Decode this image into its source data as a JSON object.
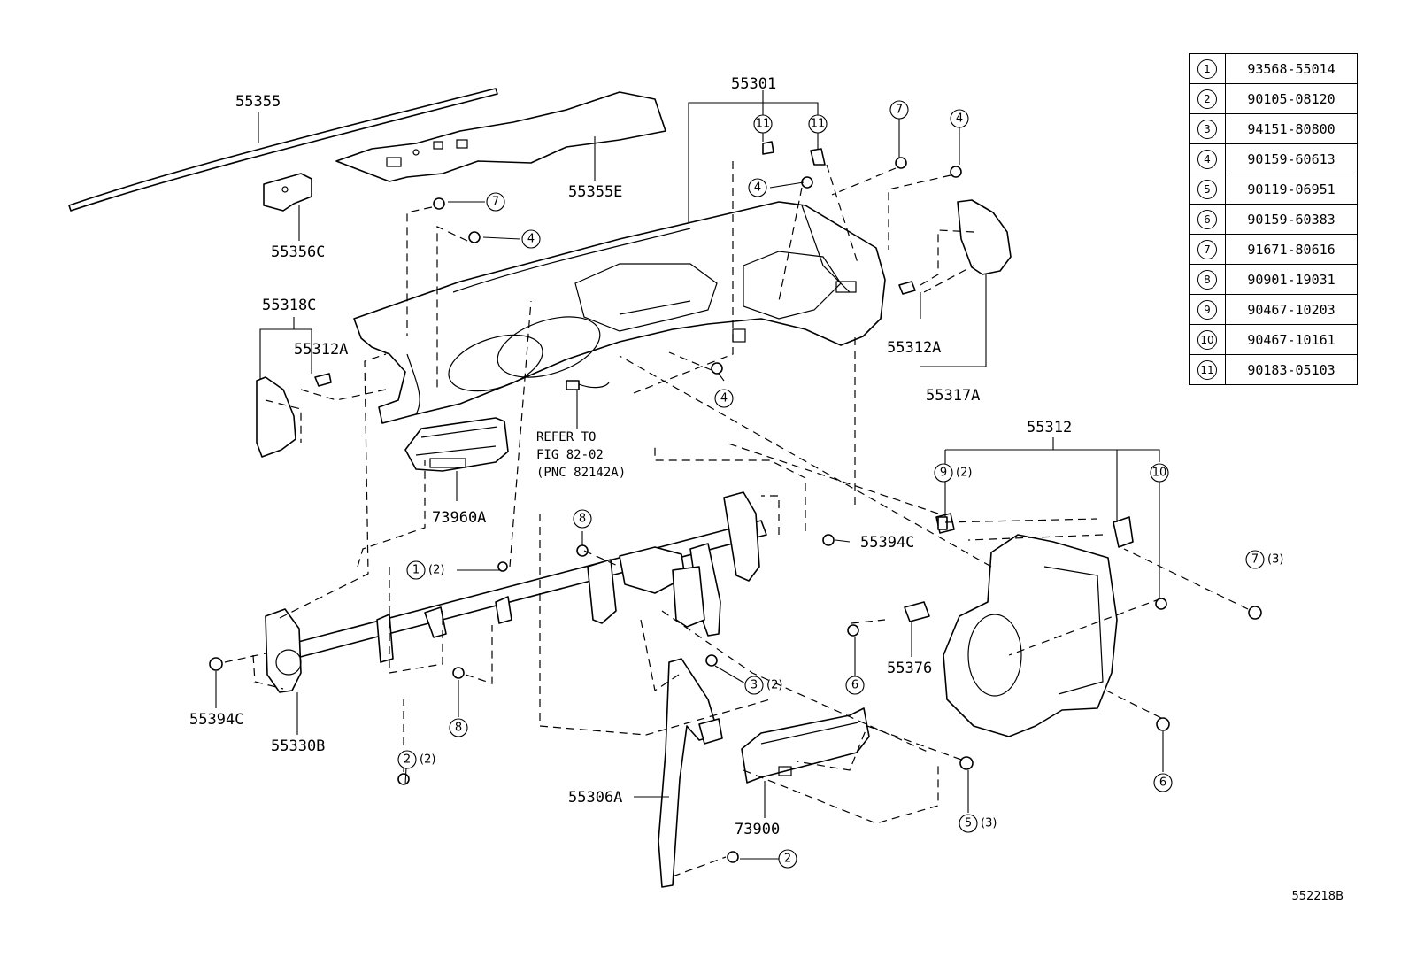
{
  "part_labels": {
    "p55355": "55355",
    "p55355E": "55355E",
    "p55356C": "55356C",
    "p55301": "55301",
    "p55318C": "55318C",
    "p55312A_left": "55312A",
    "p55312A_right": "55312A",
    "p55317A": "55317A",
    "p73960A": "73960A",
    "p55312": "55312",
    "p55394C_mid": "55394C",
    "p55394C_left": "55394C",
    "p55330B": "55330B",
    "p55376": "55376",
    "p55306A": "55306A",
    "p73900": "73900"
  },
  "refer_note": {
    "line1": "REFER TO",
    "line2": "FIG 82-02",
    "line3": "(PNC 82142A)"
  },
  "callouts": [
    {
      "num": "11",
      "qty": ""
    },
    {
      "num": "11",
      "qty": ""
    },
    {
      "num": "7",
      "qty": ""
    },
    {
      "num": "4",
      "qty": ""
    },
    {
      "num": "4",
      "qty": ""
    },
    {
      "num": "7",
      "qty": ""
    },
    {
      "num": "4",
      "qty": ""
    },
    {
      "num": "4",
      "qty": ""
    },
    {
      "num": "9",
      "qty": "(2)"
    },
    {
      "num": "10",
      "qty": ""
    },
    {
      "num": "7",
      "qty": "(3)"
    },
    {
      "num": "8",
      "qty": ""
    },
    {
      "num": "1",
      "qty": "(2)"
    },
    {
      "num": "3",
      "qty": "(2)"
    },
    {
      "num": "6",
      "qty": ""
    },
    {
      "num": "8",
      "qty": ""
    },
    {
      "num": "2",
      "qty": "(2)"
    },
    {
      "num": "6",
      "qty": ""
    },
    {
      "num": "5",
      "qty": "(3)"
    },
    {
      "num": "2",
      "qty": ""
    }
  ],
  "legend": [
    {
      "num": "1",
      "part": "93568-55014"
    },
    {
      "num": "2",
      "part": "90105-08120"
    },
    {
      "num": "3",
      "part": "94151-80800"
    },
    {
      "num": "4",
      "part": "90159-60613"
    },
    {
      "num": "5",
      "part": "90119-06951"
    },
    {
      "num": "6",
      "part": "90159-60383"
    },
    {
      "num": "7",
      "part": "91671-80616"
    },
    {
      "num": "8",
      "part": "90901-19031"
    },
    {
      "num": "9",
      "part": "90467-10203"
    },
    {
      "num": "10",
      "part": "90467-10161"
    },
    {
      "num": "11",
      "part": "90183-05103"
    }
  ],
  "figure_code": "552218B"
}
